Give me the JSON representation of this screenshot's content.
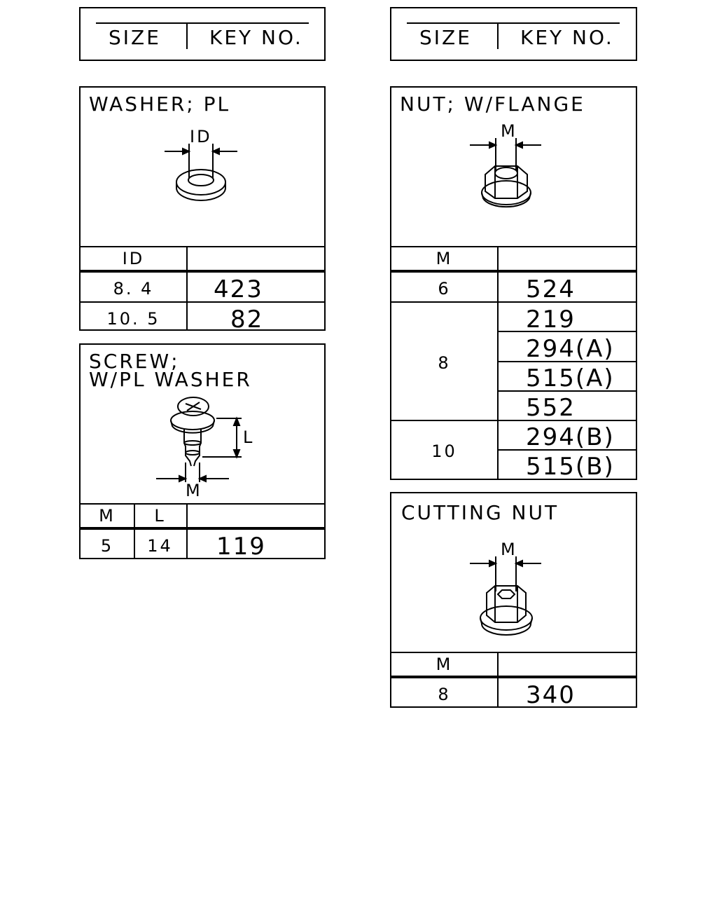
{
  "legend_left": {
    "size": "SIZE",
    "key_no": "KEY NO."
  },
  "legend_right": {
    "size": "SIZE",
    "key_no": "KEY NO."
  },
  "washer": {
    "title": "WASHER; PL",
    "dim_label": "ID",
    "col_header": "ID",
    "rows": [
      {
        "size": "8. 4",
        "key": "423"
      },
      {
        "size": "10. 5",
        "key": "82"
      }
    ]
  },
  "screw": {
    "title_line1": "SCREW;",
    "title_line2": "W/PL WASHER",
    "dim_l": "L",
    "dim_m": "M",
    "col_m": "M",
    "col_l": "L",
    "rows": [
      {
        "m": "5",
        "l": "14",
        "key": "119"
      }
    ]
  },
  "nut_flange": {
    "title": "NUT; W/FLANGE",
    "dim_label": "M",
    "col_header": "M",
    "groups": [
      {
        "size": "6",
        "keys": [
          "524"
        ]
      },
      {
        "size": "8",
        "keys": [
          "219",
          "294(A)",
          "515(A)",
          "552"
        ]
      },
      {
        "size": "10",
        "keys": [
          "294(B)",
          "515(B)"
        ]
      }
    ]
  },
  "cutting_nut": {
    "title": "CUTTING NUT",
    "dim_label": "M",
    "col_header": "M",
    "rows": [
      {
        "size": "8",
        "key": "340"
      }
    ]
  }
}
